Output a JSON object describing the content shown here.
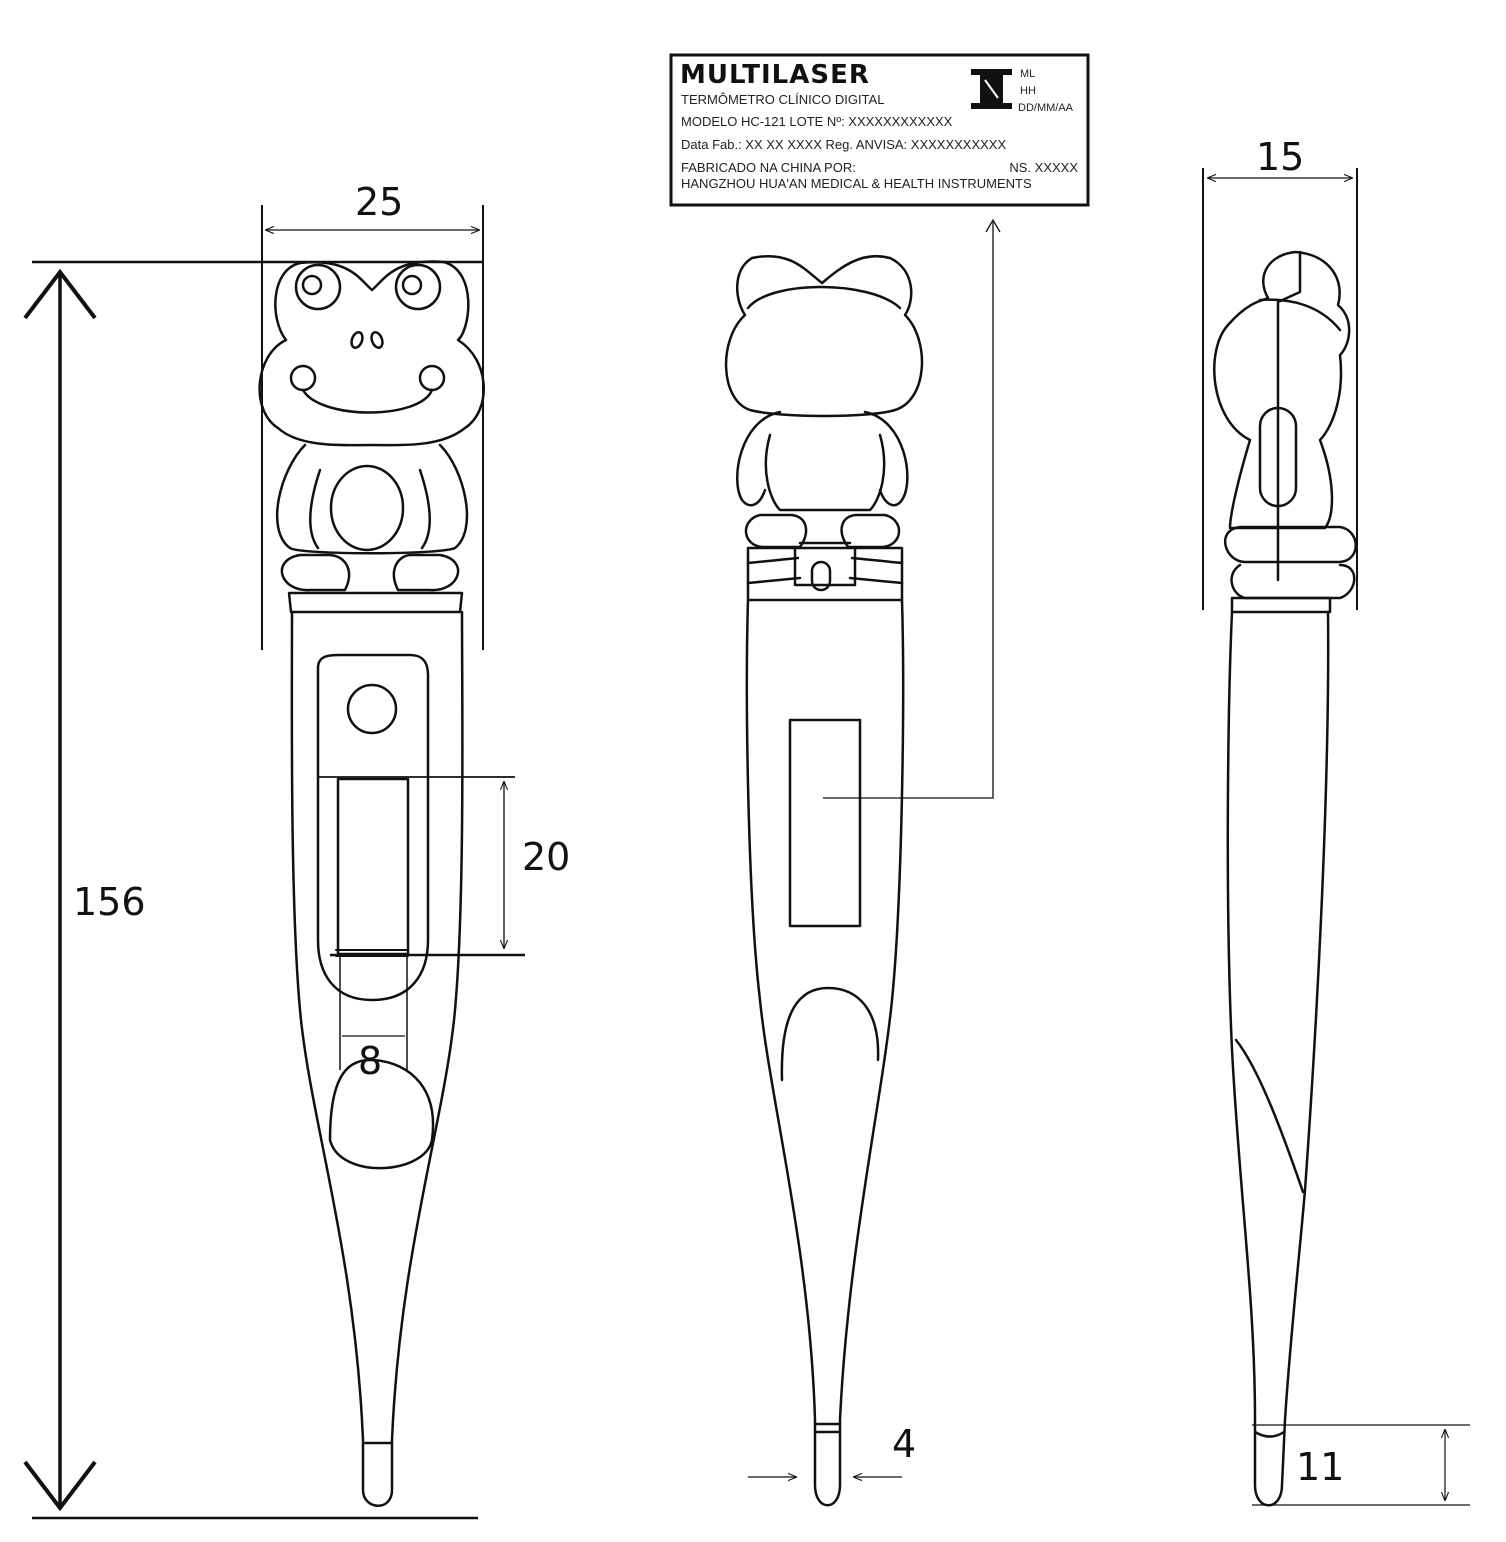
{
  "label": {
    "brand": "MULTILASER",
    "line1": "TERMÔMETRO CLÍNICO DIGITAL",
    "line2": "MODELO HC-121    LOTE Nº: XXXXXXXXXXXX",
    "line3": "Data Fab.: XX XX XXXX   Reg. ANVISA: XXXXXXXXXXX",
    "line4": "FABRICADO NA CHINA POR:",
    "ns": "NS. XXXXX",
    "line5": "HANGZHOU HUA'AN MEDICAL & HEALTH INSTRUMENTS",
    "stamp_ml": "ML",
    "stamp_hh": "HH",
    "stamp_date": "DD/MM/AA"
  },
  "dimensions": {
    "total_length": "156",
    "head_width": "25",
    "display_height": "20",
    "display_width": "8",
    "side_depth": "15",
    "tip_width": "4",
    "tip_length": "11"
  }
}
